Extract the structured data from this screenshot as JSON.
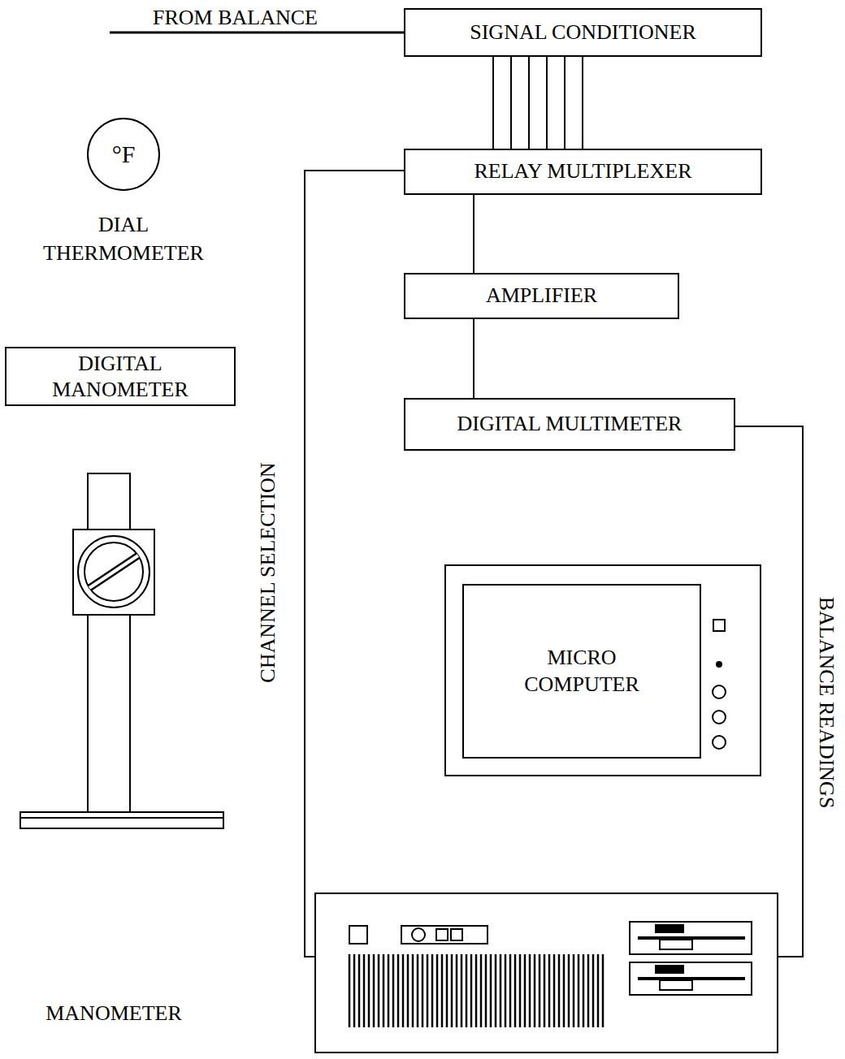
{
  "diagram": {
    "nodes": [
      {
        "text": [
          "SIGNAL CONDITIONER"
        ]
      },
      {
        "text": [
          "°F",
          "DIAL THERMOMETER"
        ]
      },
      {
        "text": [
          "RELAY MULTIPLEXER"
        ]
      },
      {
        "text": [
          "AMPLIFIER"
        ]
      },
      {
        "text": [
          "DIGITAL MANOMETER"
        ]
      },
      {
        "text": [
          "DIGITAL MULTIMETER"
        ]
      },
      {
        "text": [
          "MICRO COMPUTER"
        ]
      }
    ],
    "edges": [
      {
        "from": 0,
        "to": 2,
        "arrow": "none"
      },
      {
        "from": 2,
        "to": 3,
        "arrow": "none"
      },
      {
        "from": 3,
        "to": 5,
        "arrow": "none"
      },
      {
        "from": 2,
        "to": 6,
        "label": "CHANNEL SELECTION",
        "arrow": "none"
      },
      {
        "from": 5,
        "to": 6,
        "label": "BALANCE READINGS",
        "arrow": "none"
      }
    ],
    "labels": [
      "FROM BALANCE",
      "MANOMETER"
    ]
  }
}
